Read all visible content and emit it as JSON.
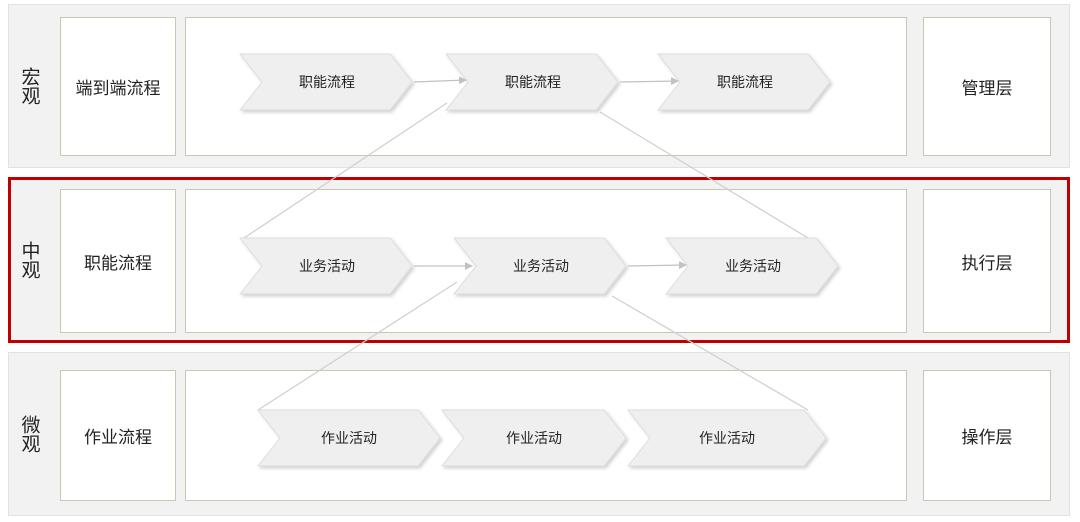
{
  "rows": [
    {
      "level": "宏观",
      "process": "端到端流程",
      "layer": "管理层",
      "steps": [
        "职能流程",
        "职能流程",
        "职能流程"
      ]
    },
    {
      "level": "中观",
      "process": "职能流程",
      "layer": "执行层",
      "steps": [
        "业务活动",
        "业务活动",
        "业务活动"
      ]
    },
    {
      "level": "微观",
      "process": "作业流程",
      "layer": "操作层",
      "steps": [
        "作业活动",
        "作业活动",
        "作业活动"
      ]
    }
  ],
  "highlighted_row": 1,
  "colors": {
    "highlight_border": "#c00000",
    "band_fill": "#f2f2f2",
    "chevron_fill": "#efefef",
    "connector": "#c8c8c8"
  }
}
